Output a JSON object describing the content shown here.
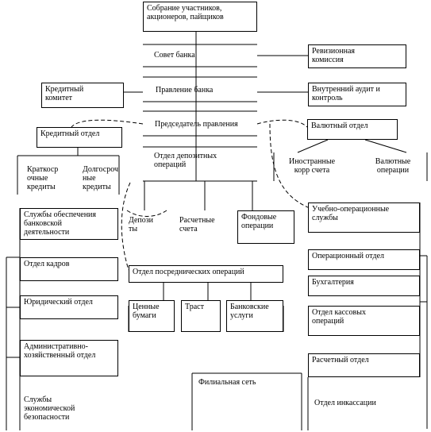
{
  "nodes": {
    "assembly": "Собрание участников,\nакционеров, пайщиков",
    "bank_council": "Совет банка",
    "audit_commission": "Ревизионная\nкомиссия",
    "board": "Правление банка",
    "credit_committee": "Кредитный\nкомитет",
    "internal_audit": "Внутренний аудит и\nконтроль",
    "chairman": "Председатель правления",
    "currency_dept": "Валютный отдел",
    "credit_dept": "Кредитный отдел",
    "foreign_corr": "Иностранные\nкорр счета",
    "fx_operations": "Валютные\nоперации",
    "short_term": "Краткоср\nочные\nкредиты",
    "long_term": "Долгосроч\nные\nкредиты",
    "deposit_dept": "Отдел депозитных\nопераций",
    "deposits": "Депози\nты",
    "current_accounts": "Расчетные\nсчета",
    "stock_operations": "Фондовые\nоперации",
    "support_services": "Службы обеспечения\nбанковской\nдеятельности",
    "teaching_ops": "Учебно-операционные\nслужбы",
    "personnel": "Отдел кадров",
    "operations_dept": "Операционный отдел",
    "intermediary_dept": "Отдел посреднических операций",
    "accounting": "Бухгалтерия",
    "legal": "Юридический отдел",
    "securities": "Ценные\nбумаги",
    "trust": "Траст",
    "bank_services": "Банковские\nуслуги",
    "cash_ops": "Отдел кассовых\nопераций",
    "admin": "Административно-\nхозяйственный отдел",
    "settlement": "Расчетный отдел",
    "branch_network": "Филиальная сеть",
    "security": "Службы\nэкономической\nбезопасности",
    "collection": "Отдел инкассации"
  }
}
